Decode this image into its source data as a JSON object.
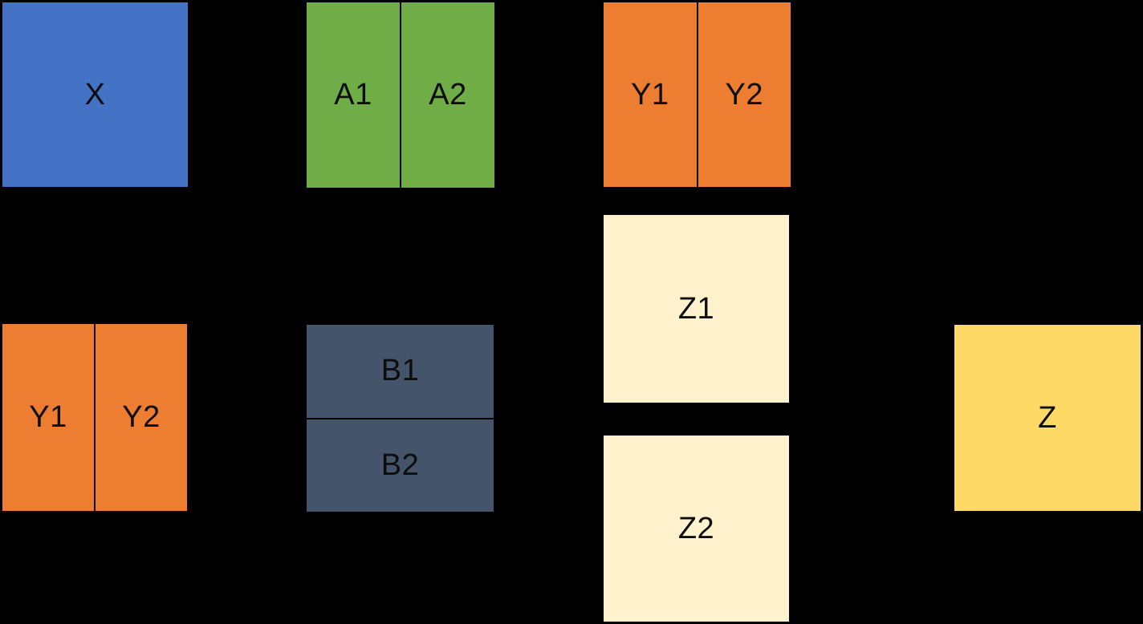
{
  "diagram": {
    "background": "#000000",
    "label_color": "#0d0d0d",
    "divider_color": "#000000",
    "palette": {
      "blue": "#4472C4",
      "green": "#70AD47",
      "orange": "#ED7D31",
      "cream": "#FFF2CC",
      "dark_slate": "#44546A",
      "yellow": "#FFD966"
    },
    "blocks": [
      {
        "id": "x",
        "color": "#4472C4",
        "split": "none",
        "cells": [
          "X"
        ]
      },
      {
        "id": "a",
        "color": "#70AD47",
        "split": "vertical",
        "cells": [
          "A1",
          "A2"
        ]
      },
      {
        "id": "y-top",
        "color": "#ED7D31",
        "split": "vertical",
        "cells": [
          "Y1",
          "Y2"
        ]
      },
      {
        "id": "z1",
        "color": "#FFF2CC",
        "split": "none",
        "cells": [
          "Z1"
        ]
      },
      {
        "id": "y-bottom",
        "color": "#ED7D31",
        "split": "vertical",
        "cells": [
          "Y1",
          "Y2"
        ]
      },
      {
        "id": "b",
        "color": "#44546A",
        "split": "horizontal",
        "cells": [
          "B1",
          "B2"
        ]
      },
      {
        "id": "z2",
        "color": "#FFF2CC",
        "split": "none",
        "cells": [
          "Z2"
        ]
      },
      {
        "id": "z",
        "color": "#FFD966",
        "split": "none",
        "cells": [
          "Z"
        ]
      }
    ]
  }
}
